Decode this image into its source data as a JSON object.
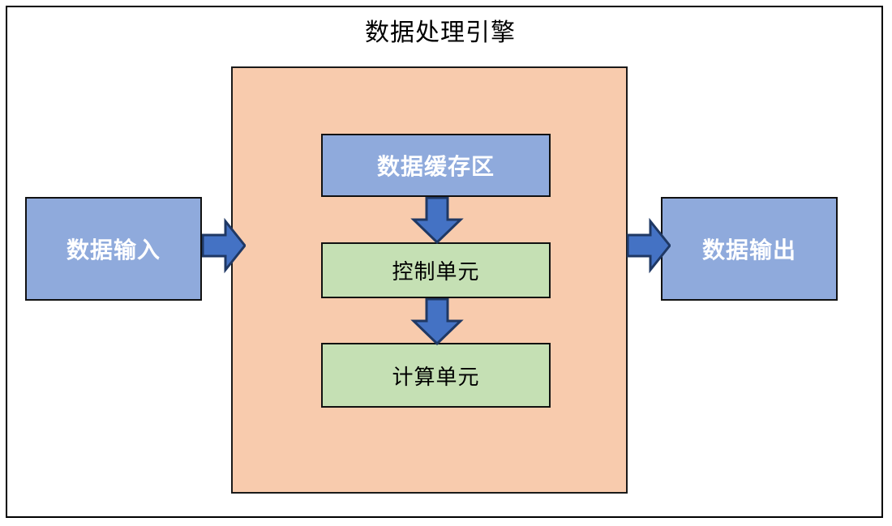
{
  "diagram": {
    "title": "数据处理引擎",
    "colors": {
      "engine_fill": "#F8CBAD",
      "blue_fill": "#8FAADC",
      "green_fill": "#C5E0B4",
      "arrow_fill": "#4472C4",
      "arrow_stroke": "#1F3864",
      "border": "#111111",
      "frame": "#000000",
      "page": "#FFFFFF"
    },
    "nodes": {
      "input": {
        "label": "数据输入",
        "style": "blue"
      },
      "output": {
        "label": "数据输出",
        "style": "blue"
      },
      "cache": {
        "label": "数据缓存区",
        "style": "blue"
      },
      "control": {
        "label": "控制单元",
        "style": "green"
      },
      "compute": {
        "label": "计算单元",
        "style": "green"
      }
    },
    "arrows": [
      {
        "name": "input-to-engine",
        "direction": "right"
      },
      {
        "name": "engine-to-output",
        "direction": "right"
      },
      {
        "name": "cache-to-control",
        "direction": "down"
      },
      {
        "name": "control-to-compute",
        "direction": "down"
      }
    ]
  }
}
